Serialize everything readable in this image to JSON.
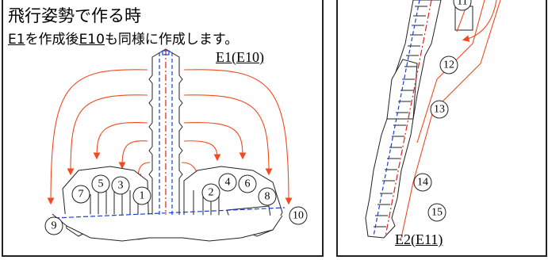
{
  "left": {
    "title": "飛行姿勢で作る時",
    "subtitle_parts": [
      "E1",
      "を作成後",
      "E10",
      "も同様に作成します。"
    ],
    "part_label": "E1(E10)",
    "numbers": [
      "7",
      "5",
      "3",
      "1",
      "2",
      "4",
      "6",
      "8",
      "9",
      "10"
    ]
  },
  "right": {
    "part_label": "E2(E11)",
    "numbers": [
      "11",
      "12",
      "13",
      "14",
      "15"
    ]
  },
  "colors": {
    "arrow": "#f04a1e",
    "fold_blue": "#1a3fd6",
    "fold_red": "#e0201a",
    "outline": "#222222"
  }
}
